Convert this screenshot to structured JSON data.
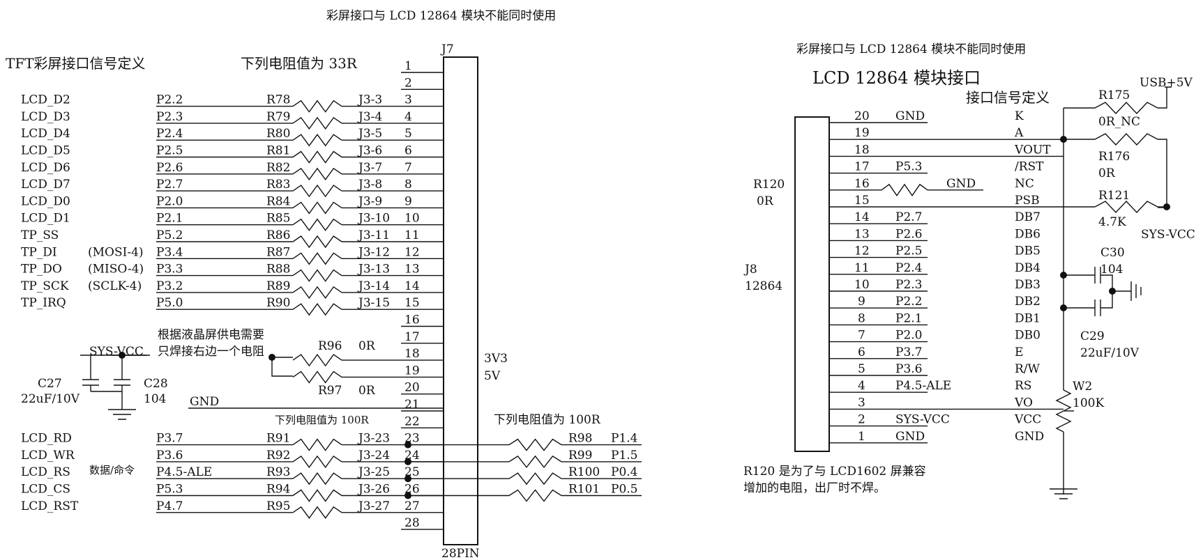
{
  "left": {
    "top_note": "彩屏接口与 LCD 12864 模块不能同时使用",
    "section_title": "TFT彩屏接口信号定义",
    "resistor_note": "下列电阻值为 33R",
    "connector_ref": "J7",
    "connector_bottom": "28PIN",
    "pins": [
      "1",
      "2",
      "3",
      "4",
      "5",
      "6",
      "7",
      "8",
      "9",
      "10",
      "11",
      "12",
      "13",
      "14",
      "15",
      "16",
      "17",
      "18",
      "19",
      "20",
      "21",
      "22",
      "23",
      "24",
      "25",
      "26",
      "27",
      "28"
    ],
    "signals": [
      {
        "name": "LCD_D2",
        "alt": "",
        "port": "P2.2",
        "res": "R78",
        "net": "J3-3"
      },
      {
        "name": "LCD_D3",
        "alt": "",
        "port": "P2.3",
        "res": "R79",
        "net": "J3-4"
      },
      {
        "name": "LCD_D4",
        "alt": "",
        "port": "P2.4",
        "res": "R80",
        "net": "J3-5"
      },
      {
        "name": "LCD_D5",
        "alt": "",
        "port": "P2.5",
        "res": "R81",
        "net": "J3-6"
      },
      {
        "name": "LCD_D6",
        "alt": "",
        "port": "P2.6",
        "res": "R82",
        "net": "J3-7"
      },
      {
        "name": "LCD_D7",
        "alt": "",
        "port": "P2.7",
        "res": "R83",
        "net": "J3-8"
      },
      {
        "name": "LCD_D0",
        "alt": "",
        "port": "P2.0",
        "res": "R84",
        "net": "J3-9"
      },
      {
        "name": "LCD_D1",
        "alt": "",
        "port": "P2.1",
        "res": "R85",
        "net": "J3-10"
      },
      {
        "name": "TP_SS",
        "alt": "",
        "port": "P5.2",
        "res": "R86",
        "net": "J3-11"
      },
      {
        "name": "TP_DI",
        "alt": "(MOSI-4)",
        "port": "P3.4",
        "res": "R87",
        "net": "J3-12"
      },
      {
        "name": "TP_DO",
        "alt": "(MISO-4)",
        "port": "P3.3",
        "res": "R88",
        "net": "J3-13"
      },
      {
        "name": "TP_SCK",
        "alt": "(SCLK-4)",
        "port": "P3.2",
        "res": "R89",
        "net": "J3-14"
      },
      {
        "name": "TP_IRQ",
        "alt": "",
        "port": "P5.0",
        "res": "R90",
        "net": "J3-15"
      }
    ],
    "power_note_1": "根据液晶屏供电需要",
    "power_note_2": "只焊接右边一个电阻",
    "sys_vcc": "SYS-VCC",
    "r96": "R96",
    "r96_val": "0R",
    "r97": "R97",
    "r97_val": "0R",
    "v3v3": "3V3",
    "v5v": "5V",
    "c27": "C27",
    "c27_val": "22uF/10V",
    "c28": "C28",
    "c28_val": "104",
    "gnd": "GND",
    "note_100r_a": "下列电阻值为 100R",
    "note_100r_b": "下列电阻值为 100R",
    "data_cmd": "数据/命令",
    "ctrl": [
      {
        "name": "LCD_RD",
        "port": "P3.7",
        "res": "R91",
        "net": "J3-23"
      },
      {
        "name": "LCD_WR",
        "port": "P3.6",
        "res": "R92",
        "net": "J3-24"
      },
      {
        "name": "LCD_RS",
        "port": "P4.5-ALE",
        "res": "R93",
        "net": "J3-25"
      },
      {
        "name": "LCD_CS",
        "port": "P5.3",
        "res": "R94",
        "net": "J3-26"
      },
      {
        "name": "LCD_RST",
        "port": "P4.7",
        "res": "R95",
        "net": "J3-27"
      }
    ],
    "right_res": [
      {
        "res": "R98",
        "port": "P1.4"
      },
      {
        "res": "R99",
        "port": "P1.5"
      },
      {
        "res": "R100",
        "port": "P0.4"
      },
      {
        "res": "R101",
        "port": "P0.5"
      }
    ]
  },
  "right": {
    "top_note": "彩屏接口与 LCD 12864 模块不能同时使用",
    "title": "LCD 12864 模块接口",
    "subtitle": "接口信号定义",
    "r120": "R120",
    "r120_val": "0R",
    "j8": "J8",
    "j8_val": "12864",
    "rows": [
      {
        "pin": "20",
        "net": "GND",
        "func": "K"
      },
      {
        "pin": "19",
        "net": "",
        "func": "A"
      },
      {
        "pin": "18",
        "net": "",
        "func": "VOUT"
      },
      {
        "pin": "17",
        "net": "P5.3",
        "func": "/RST"
      },
      {
        "pin": "16",
        "net": "GND",
        "func": "NC"
      },
      {
        "pin": "15",
        "net": "",
        "func": "PSB"
      },
      {
        "pin": "14",
        "net": "P2.7",
        "func": "DB7"
      },
      {
        "pin": "13",
        "net": "P2.6",
        "func": "DB6"
      },
      {
        "pin": "12",
        "net": "P2.5",
        "func": "DB5"
      },
      {
        "pin": "11",
        "net": "P2.4",
        "func": "DB4"
      },
      {
        "pin": "10",
        "net": "P2.3",
        "func": "DB3"
      },
      {
        "pin": "9",
        "net": "P2.2",
        "func": "DB2"
      },
      {
        "pin": "8",
        "net": "P2.1",
        "func": "DB1"
      },
      {
        "pin": "7",
        "net": "P2.0",
        "func": "DB0"
      },
      {
        "pin": "6",
        "net": "P3.7",
        "func": "E"
      },
      {
        "pin": "5",
        "net": "P3.6",
        "func": "R/W"
      },
      {
        "pin": "4",
        "net": "P4.5-ALE",
        "func": "RS"
      },
      {
        "pin": "3",
        "net": "",
        "func": "VO"
      },
      {
        "pin": "2",
        "net": "SYS-VCC",
        "func": "VCC"
      },
      {
        "pin": "1",
        "net": "GND",
        "func": "GND"
      }
    ],
    "usb": "USB+5V",
    "r175": "R175",
    "r175_val": "0R_NC",
    "r176": "R176",
    "r176_val": "0R",
    "r121": "R121",
    "r121_val": "4.7K",
    "sys_vcc": "SYS-VCC",
    "c30": "C30",
    "c30_val": "104",
    "c29": "C29",
    "c29_val": "22uF/10V",
    "w2": "W2",
    "w2_val": "100K",
    "note_1": "R120 是为了与 LCD1602 屏兼容",
    "note_2": "增加的电阻，出厂时不焊。"
  }
}
